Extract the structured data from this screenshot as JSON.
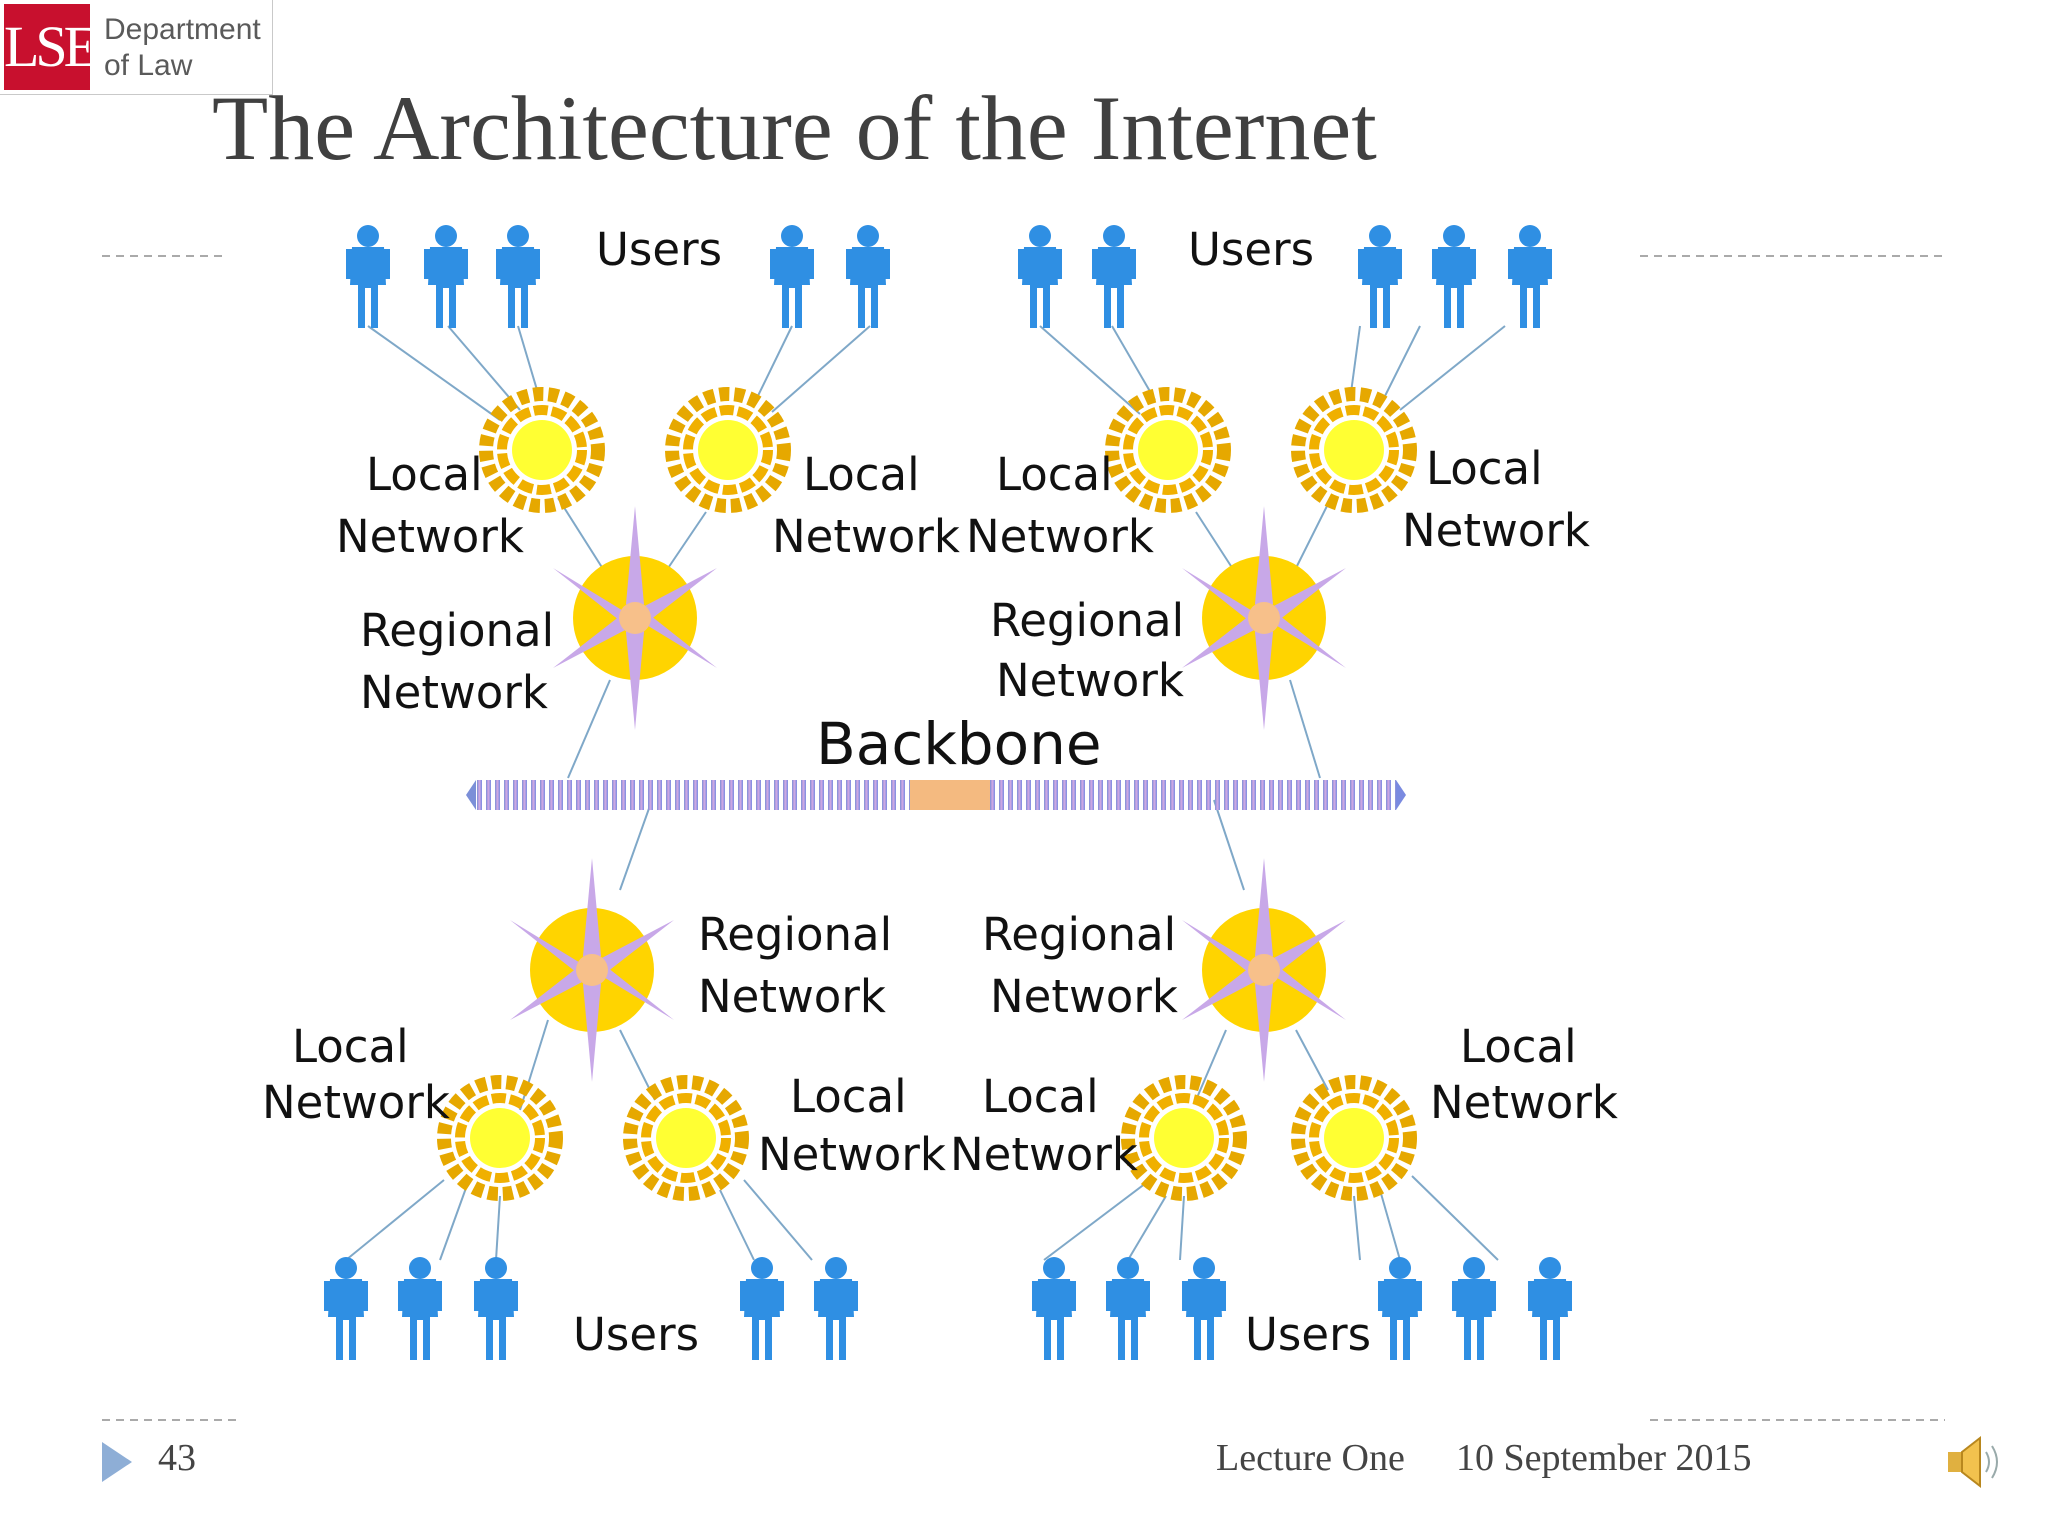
{
  "logo": {
    "mark": "LSE",
    "department_line1": "Department",
    "department_line2": "of Law"
  },
  "title": "The Architecture of the Internet",
  "diagram": {
    "users_top_left": "Users",
    "users_top_right": "Users",
    "users_bottom_left": "Users",
    "users_bottom_right": "Users",
    "local_label": "Local",
    "network_label": "Network",
    "regional_label": "Regional",
    "backbone_label": "Backbone"
  },
  "footer": {
    "slide_number": "43",
    "lecture": "Lecture One",
    "date": "10 September 2015"
  },
  "icons": [
    "next-slide-icon",
    "speaker-icon",
    "user-icon",
    "local-network-icon",
    "regional-network-icon"
  ]
}
